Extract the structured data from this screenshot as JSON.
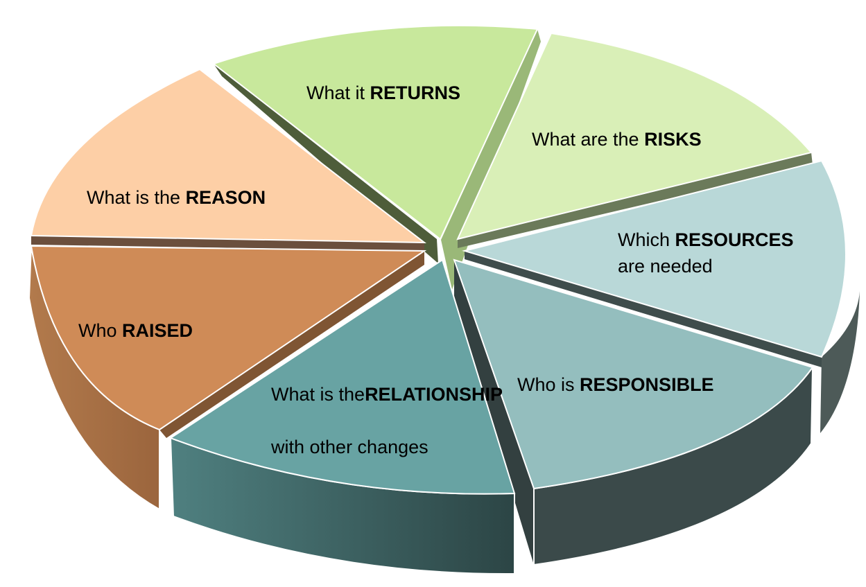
{
  "slices": [
    {
      "id": "returns",
      "lines": [
        {
          "pre": "What it ",
          "bold": "RETURNS",
          "post": ""
        }
      ],
      "color": "#c8e89c"
    },
    {
      "id": "risks",
      "lines": [
        {
          "pre": "What are the ",
          "bold": "RISKS",
          "post": ""
        }
      ],
      "color": "#d9efb7"
    },
    {
      "id": "resources",
      "lines": [
        {
          "pre": "Which ",
          "bold": "RESOURCES",
          "post": ""
        },
        {
          "pre": "are needed",
          "bold": "",
          "post": ""
        }
      ],
      "color": "#b9d8d8"
    },
    {
      "id": "responsible",
      "lines": [
        {
          "pre": "Who is ",
          "bold": "RESPONSIBLE",
          "post": ""
        }
      ],
      "color": "#94bebe"
    },
    {
      "id": "relationship",
      "lines": [
        {
          "pre": "What is the",
          "bold": "",
          "post": ""
        },
        {
          "pre": "",
          "bold": "RELATIONSHIP",
          "post": ""
        },
        {
          "pre": "with other changes",
          "bold": "",
          "post": ""
        }
      ],
      "color": "#68a3a3"
    },
    {
      "id": "raised",
      "lines": [
        {
          "pre": "Who ",
          "bold": "RAISED",
          "post": ""
        }
      ],
      "color": "#cf8b57"
    },
    {
      "id": "reason",
      "lines": [
        {
          "pre": "What is the ",
          "bold": "REASON",
          "post": ""
        }
      ],
      "color": "#fdcfa6"
    }
  ]
}
